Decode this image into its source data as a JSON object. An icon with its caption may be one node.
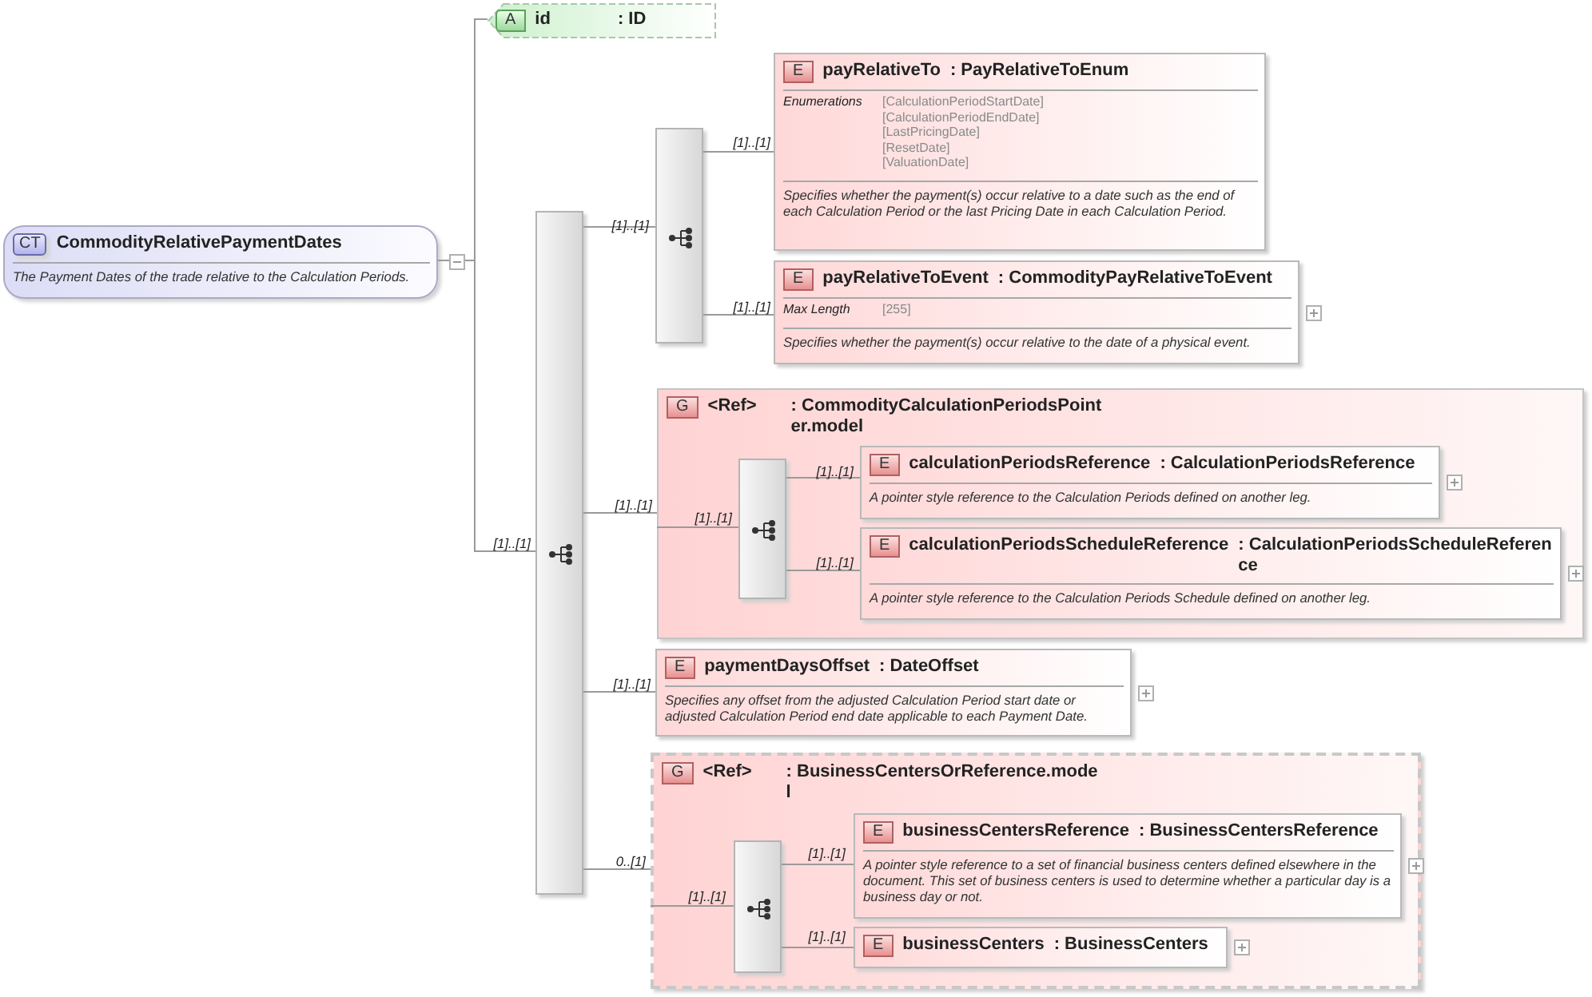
{
  "diagram": {
    "nodes": [
      {
        "text": [
          "CT",
          "CommodityRelativePaymentDates",
          "The Payment Dates of the trade relative to the Calculation Periods."
        ]
      },
      {
        "text": [
          "A",
          "id",
          ": ID"
        ]
      },
      {
        "text": [],
        "shape": "bar"
      },
      {
        "text": [],
        "shape": "bar"
      },
      {
        "text": [
          "E",
          "payRelativeTo",
          ": PayRelativeToEnum",
          "Enumerations",
          "[CalculationPeriodStartDate]",
          "[CalculationPeriodEndDate]",
          "[LastPricingDate]",
          "[ResetDate]",
          "[ValuationDate]",
          "Specifies whether the payment(s) occur relative to a date such as the end of each Calculation Period or the last Pricing Date in each Calculation Period."
        ]
      },
      {
        "text": [
          "E",
          "payRelativeToEvent",
          ": CommodityPayRelativeToEvent",
          "Max Length",
          "[255]",
          "Specifies whether the payment(s) occur relative to the date of a physical event."
        ]
      },
      {
        "text": [
          "G",
          "<Ref>",
          ": CommodityCalculationPeriodsPointer.model"
        ]
      },
      {
        "text": [],
        "shape": "bar",
        "in": 6
      },
      {
        "text": [
          "E",
          "calculationPeriodsReference",
          ": CalculationPeriodsReference",
          "A pointer style reference to the Calculation Periods defined on another leg."
        ],
        "in": 6
      },
      {
        "text": [
          "E",
          "calculationPeriodsScheduleReference",
          ": CalculationPeriodsScheduleReference",
          "A pointer style reference to the Calculation Periods Schedule defined on another leg."
        ],
        "in": 6
      },
      {
        "text": [
          "E",
          "paymentDaysOffset",
          ": DateOffset",
          "Specifies any offset from the adjusted Calculation Period start date or adjusted Calculation Period end date applicable to each Payment Date."
        ]
      },
      {
        "text": [
          "G",
          "<Ref>",
          ": BusinessCentersOrReference.model"
        ]
      },
      {
        "text": [],
        "shape": "bar",
        "in": 11
      },
      {
        "text": [
          "E",
          "businessCentersReference",
          ": BusinessCentersReference",
          "A pointer style reference to a set of financial business centers defined elsewhere in the document. This set of business centers is used to determine whether a particular day is a business day or not."
        ],
        "in": 11
      },
      {
        "text": [
          "E",
          "businessCenters",
          ": BusinessCenters"
        ],
        "in": 11
      }
    ],
    "edges": [
      {
        "from": 0,
        "to": 1,
        "arrow": "none"
      },
      {
        "from": 0,
        "to": 2,
        "arrow": "none",
        "label": "[1]..[1]"
      },
      {
        "from": 2,
        "to": 3,
        "arrow": "none",
        "label": "[1]..[1]"
      },
      {
        "from": 3,
        "to": 4,
        "arrow": "none",
        "label": "[1]..[1]"
      },
      {
        "from": 3,
        "to": 5,
        "arrow": "none",
        "label": "[1]..[1]"
      },
      {
        "from": 2,
        "to": 6,
        "arrow": "none",
        "label": "[1]..[1]"
      },
      {
        "from": 6,
        "to": 7,
        "arrow": "none",
        "label": "[1]..[1]"
      },
      {
        "from": 7,
        "to": 8,
        "arrow": "none",
        "label": "[1]..[1]"
      },
      {
        "from": 7,
        "to": 9,
        "arrow": "none",
        "label": "[1]..[1]"
      },
      {
        "from": 2,
        "to": 10,
        "arrow": "none",
        "label": "[1]..[1]"
      },
      {
        "from": 2,
        "to": 11,
        "arrow": "none",
        "label": "0..[1]"
      },
      {
        "from": 11,
        "to": 12,
        "arrow": "none",
        "label": "[1]..[1]"
      },
      {
        "from": 12,
        "to": 13,
        "arrow": "none",
        "label": "[1]..[1]"
      },
      {
        "from": 12,
        "to": 14,
        "arrow": "none",
        "label": "[1]..[1]"
      }
    ]
  }
}
